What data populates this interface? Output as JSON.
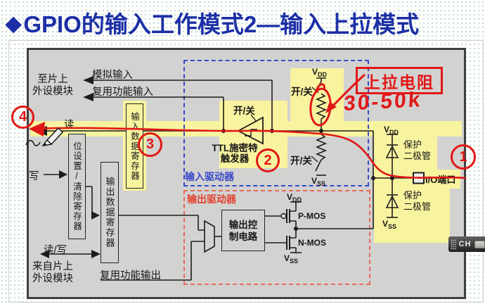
{
  "title": {
    "bullet": "◆",
    "text": "GPIO的输入工作模式2—输入上拉模式"
  },
  "labels": {
    "to_chip1": "至片上",
    "to_chip2": "外设模块",
    "analog_in": "模拟输入",
    "af_in": "复用功能输入",
    "read": "读",
    "write": "写",
    "rw": "读/写",
    "from_chip1": "来自片上",
    "from_chip2": "外设模块",
    "af_out": "复用功能输出",
    "bsrr": "位设置/清除寄存器",
    "odr": "输出数据寄存器",
    "idr": "输入数据寄存器",
    "onoff_trigger": "开/关",
    "onoff_pullup": "开/关",
    "onoff_pulldown": "开/关",
    "schmitt1": "TTL施密特",
    "schmitt2": "触发器",
    "in_driver": "输入驱动器",
    "out_driver": "输出驱动器",
    "outctl1": "输出控",
    "outctl2": "制电路",
    "pmos": "P-MOS",
    "nmos": "N-MOS",
    "protect1a": "保护",
    "protect1b": "二极管",
    "protect2a": "保护",
    "protect2b": "二极管",
    "io_port": "I/O端口"
  },
  "power": {
    "v": "V",
    "dd": "DD",
    "ss": "SS"
  },
  "annotations": {
    "pullup_callout": "上拉电阻",
    "resistance": "30-50k",
    "num1": "1",
    "num2": "2",
    "num3": "3",
    "num4": "4"
  },
  "ime": {
    "label": "CH"
  },
  "colors": {
    "title_blue": "#1c2fa6",
    "highlight_yellow": "#f8f39f",
    "annotation_red": "#e21717",
    "input_driver_blue": "#3a49c8",
    "output_driver_red": "#e86a5c",
    "diagram_gray": "#d2d2d1"
  }
}
